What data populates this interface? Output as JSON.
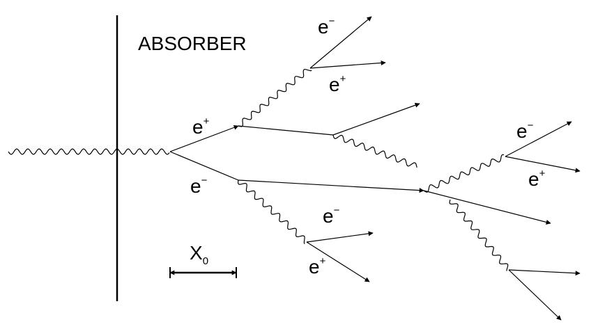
{
  "title": "ABSORBER",
  "scale": {
    "symbol": "X",
    "subscript": "0"
  },
  "particles": [
    {
      "id": "p1",
      "base": "e",
      "sup": "+"
    },
    {
      "id": "p2",
      "base": "e",
      "sup": "−"
    },
    {
      "id": "p3",
      "base": "e",
      "sup": "−"
    },
    {
      "id": "p4",
      "base": "e",
      "sup": "+"
    },
    {
      "id": "p5",
      "base": "e",
      "sup": "−"
    },
    {
      "id": "p6",
      "base": "e",
      "sup": "+"
    },
    {
      "id": "p7",
      "base": "e",
      "sup": "−"
    },
    {
      "id": "p8",
      "base": "e",
      "sup": "+"
    }
  ]
}
